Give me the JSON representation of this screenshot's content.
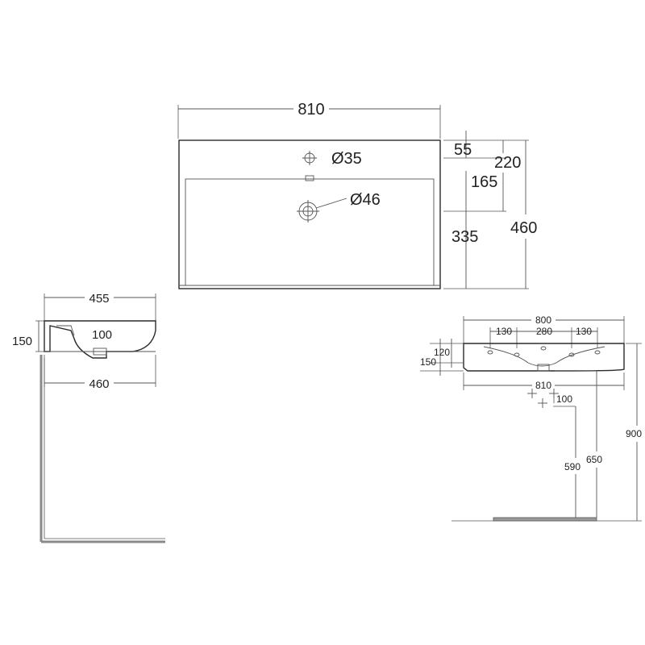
{
  "top_view": {
    "width": "810",
    "tap_hole": "Ø35",
    "waste_hole": "Ø46",
    "dim_55": "55",
    "dim_220": "220",
    "dim_165": "165",
    "dim_335": "335",
    "dim_460": "460"
  },
  "side_view": {
    "top_width": "455",
    "height": "150",
    "waste_offset": "100",
    "bottom_width": "460"
  },
  "front_view": {
    "top_width": "800",
    "tap_left": "130",
    "tap_center": "280",
    "tap_right": "130",
    "dim_120": "120",
    "dim_150": "150",
    "bottom_width": "810",
    "waste_100": "100",
    "height_590": "590",
    "height_650": "650",
    "height_900": "900"
  }
}
